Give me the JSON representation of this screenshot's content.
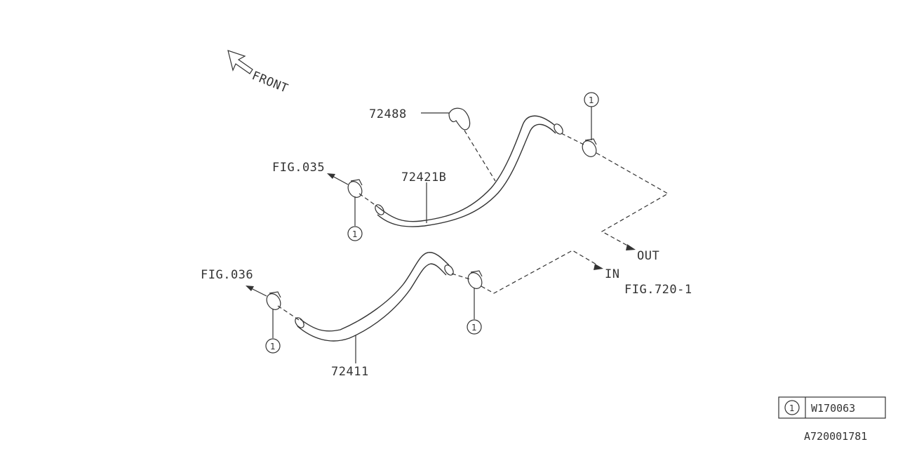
{
  "front_label": "FRONT",
  "parts": {
    "clip_part": "72488",
    "upper_hose": "72421B",
    "lower_hose": "72411"
  },
  "references": {
    "fig_upper": "FIG.035",
    "fig_lower": "FIG.036",
    "fig_right": "FIG.720-1"
  },
  "flow": {
    "out": "OUT",
    "in": "IN"
  },
  "callout": "1",
  "legend": {
    "symbol": "1",
    "part": "W170063"
  },
  "diagram_id": "A720001781"
}
